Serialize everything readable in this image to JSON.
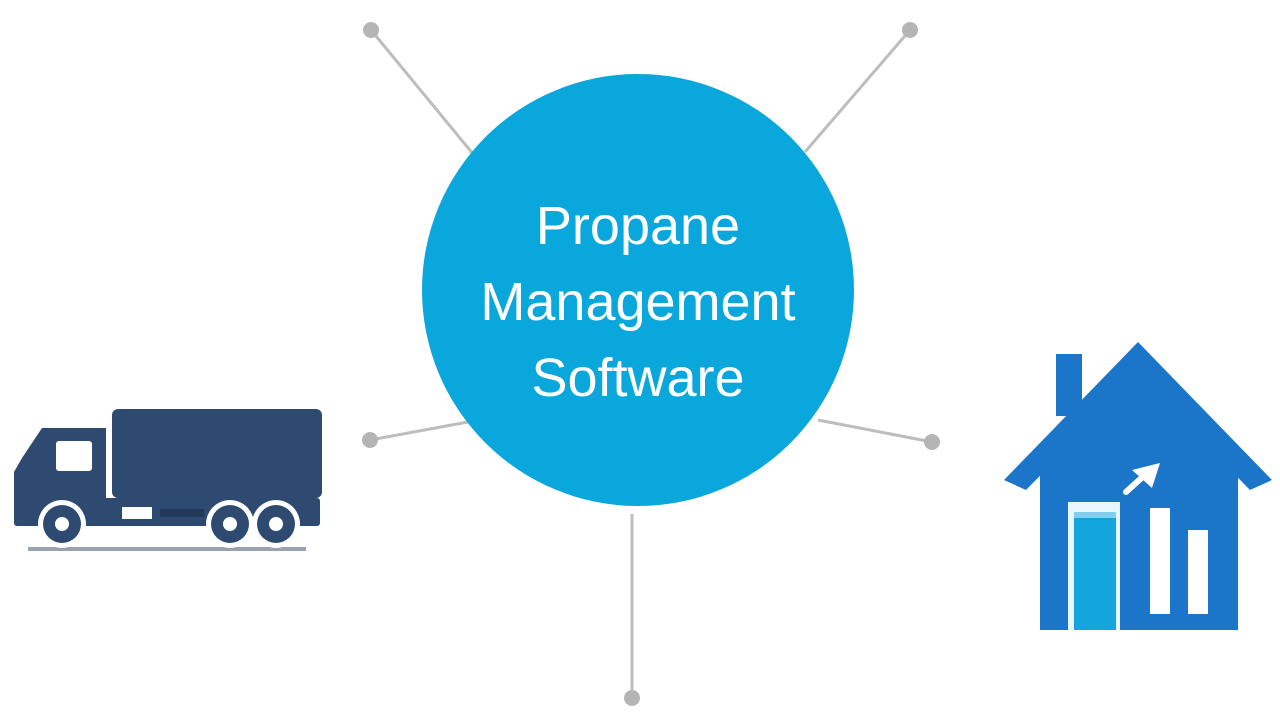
{
  "hub": {
    "lines": [
      "Propane",
      "Management",
      "Software"
    ],
    "color": "#0aa7dc"
  },
  "connectors": {
    "line_color": "#bdbdbd",
    "node_color": "#b5b5b5"
  },
  "icons": {
    "truck": {
      "name": "delivery-truck-icon",
      "color": "#2f4a70"
    },
    "house": {
      "name": "house-growth-icon",
      "color": "#1b75c9",
      "accent": "#12a6dc"
    }
  }
}
